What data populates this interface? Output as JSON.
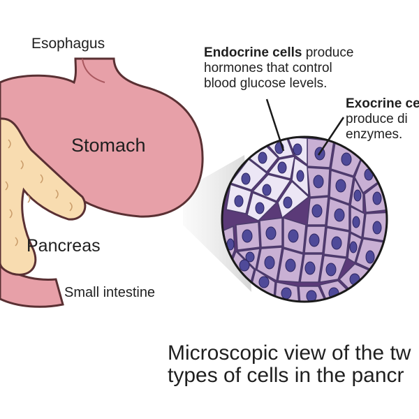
{
  "labels": {
    "esophagus": "Esophagus",
    "stomach": "Stomach",
    "pancreas": "Pancreas",
    "small_intestine": "Small intestine"
  },
  "endocrine": {
    "title": "Endocrine cells",
    "line1_rest": " produce",
    "line2": "hormones that control",
    "line3": "blood glucose levels."
  },
  "exocrine": {
    "title": "Exocrine ce",
    "line2": "produce di",
    "line3": "enzymes."
  },
  "caption": {
    "line1": "Microscopic view of the tw",
    "line2": "types of cells in the pancr"
  },
  "colors": {
    "stomach": "#e7a0a8",
    "pancreas": "#f8dcb0",
    "tissue": "#c9b0d4",
    "nucleus": "#4f4a99",
    "endocrine": "#ece6f5"
  }
}
